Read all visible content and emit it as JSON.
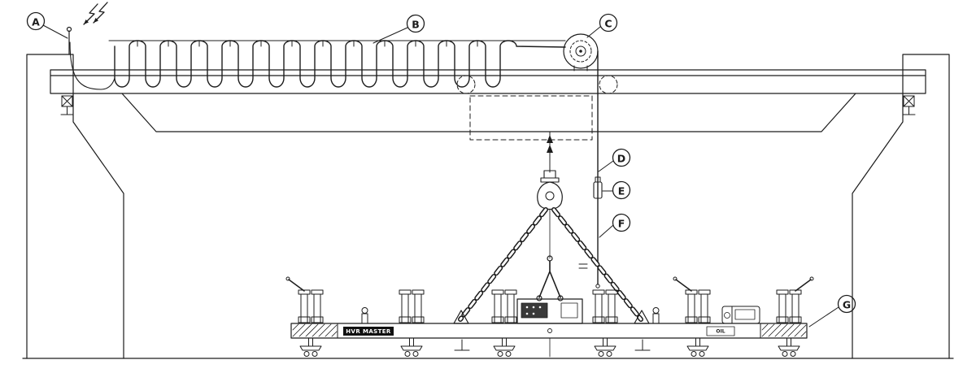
{
  "diagram": {
    "background": "#ffffff",
    "line_color": "#1c1c1c",
    "labels": [
      {
        "letter": "A",
        "component": "radio-antenna"
      },
      {
        "letter": "B",
        "component": "festoon-cable"
      },
      {
        "letter": "C",
        "component": "cable-reel"
      },
      {
        "letter": "D",
        "component": "drop-cable"
      },
      {
        "letter": "E",
        "component": "cable-connector"
      },
      {
        "letter": "F",
        "component": "drop-cable-lower"
      },
      {
        "letter": "G",
        "component": "vacuum-lifting-beam"
      }
    ],
    "beam": {
      "brand_plate": "HVR MASTER",
      "aux_plate": "OIL"
    }
  }
}
